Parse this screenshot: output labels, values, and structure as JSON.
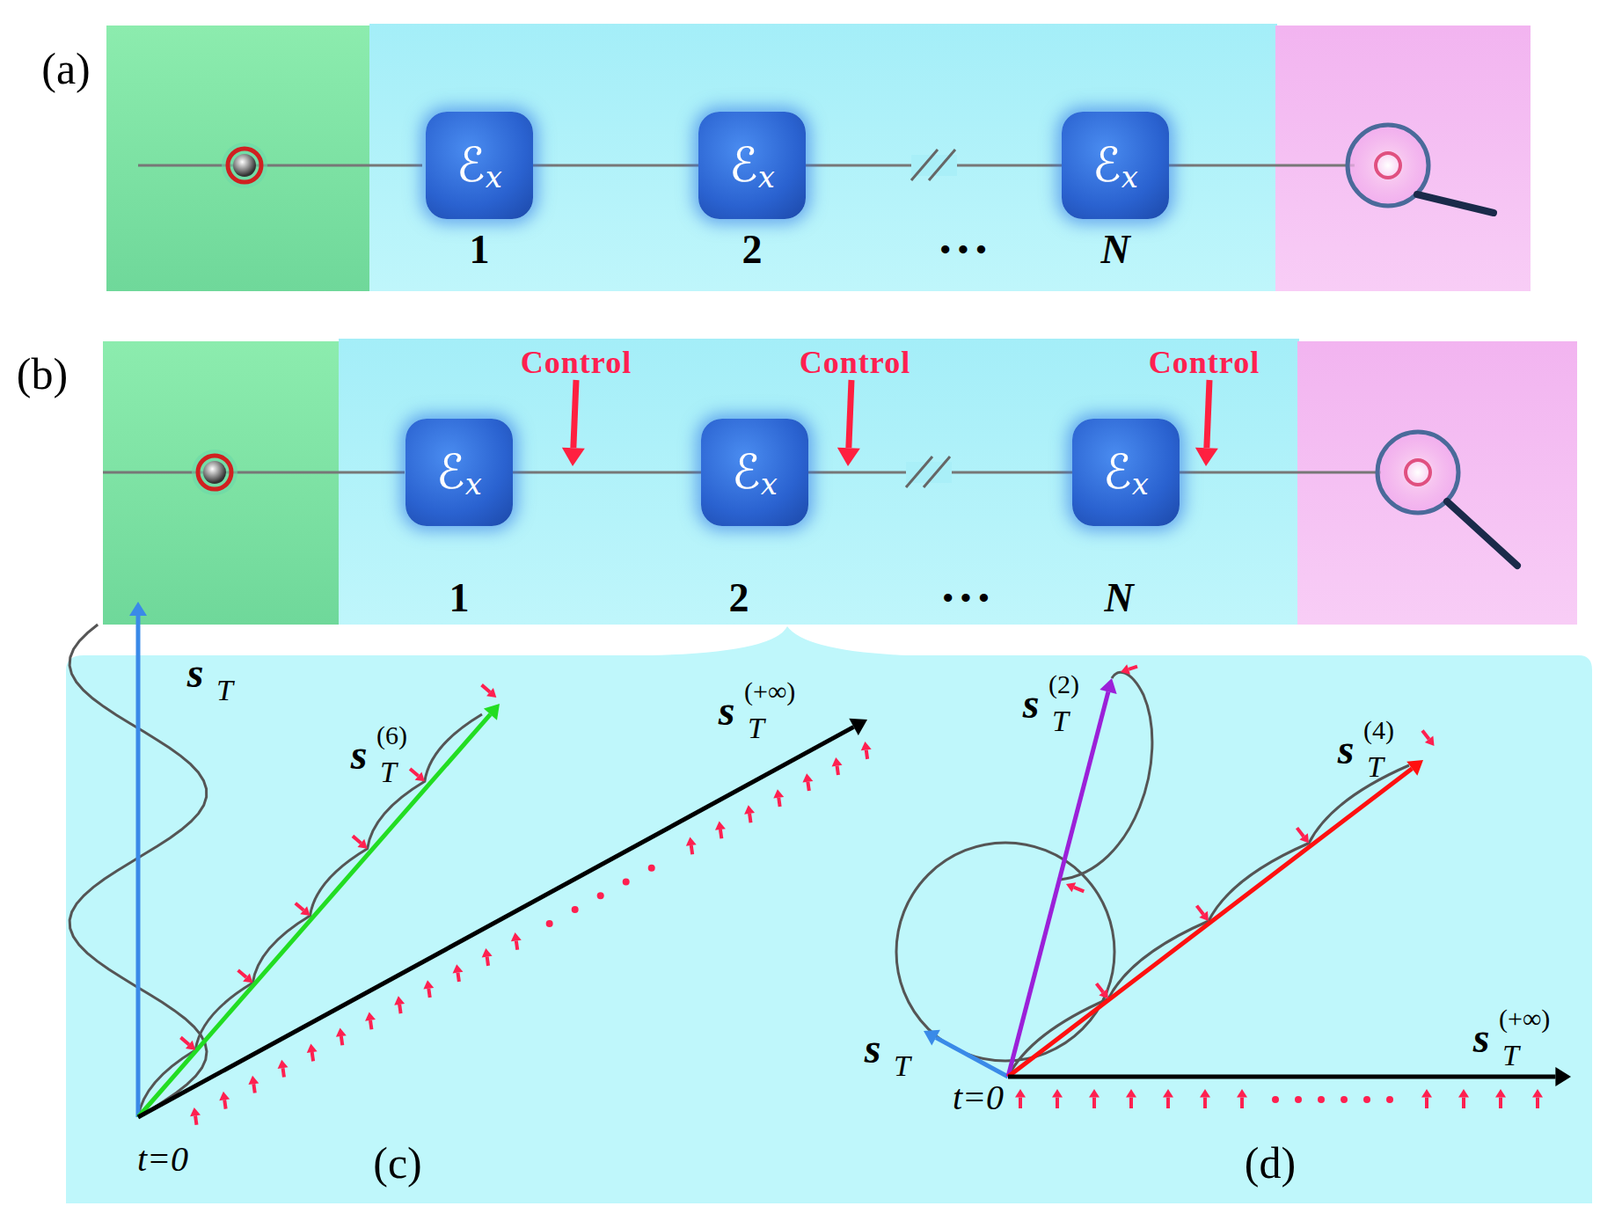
{
  "diagram": {
    "nodes": [
      {
        "text": [
          "ℰ",
          "x"
        ]
      },
      {
        "text": [
          "ℰ",
          "x"
        ]
      },
      {
        "text": [
          "ℰ",
          "x"
        ]
      },
      {
        "text": [
          "ℰ",
          "x"
        ]
      },
      {
        "text": [
          "ℰ",
          "x"
        ]
      },
      {
        "text": [
          "ℰ",
          "x"
        ]
      }
    ],
    "edges": [
      {
        "from": 0,
        "to": 1,
        "arrow": "none"
      },
      {
        "from": 1,
        "to": 2,
        "arrow": "none"
      },
      {
        "from": 3,
        "to": 4,
        "arrow": "none"
      },
      {
        "from": 4,
        "to": 5,
        "arrow": "none"
      }
    ],
    "labels": [
      "(a)",
      "1",
      "2",
      "• • •",
      "N",
      "(b)",
      "Control",
      "Control",
      "Control",
      "1",
      "2",
      "• • •",
      "N",
      "s",
      "T",
      "s",
      "T",
      "(6)",
      "s",
      "T",
      "(+∞)",
      "t=0",
      "(c)",
      "s",
      "T",
      "(2)",
      "s",
      "T",
      "(4)",
      "s",
      "T",
      "s",
      "T",
      "(+∞)",
      "t=0",
      "(d)"
    ]
  }
}
